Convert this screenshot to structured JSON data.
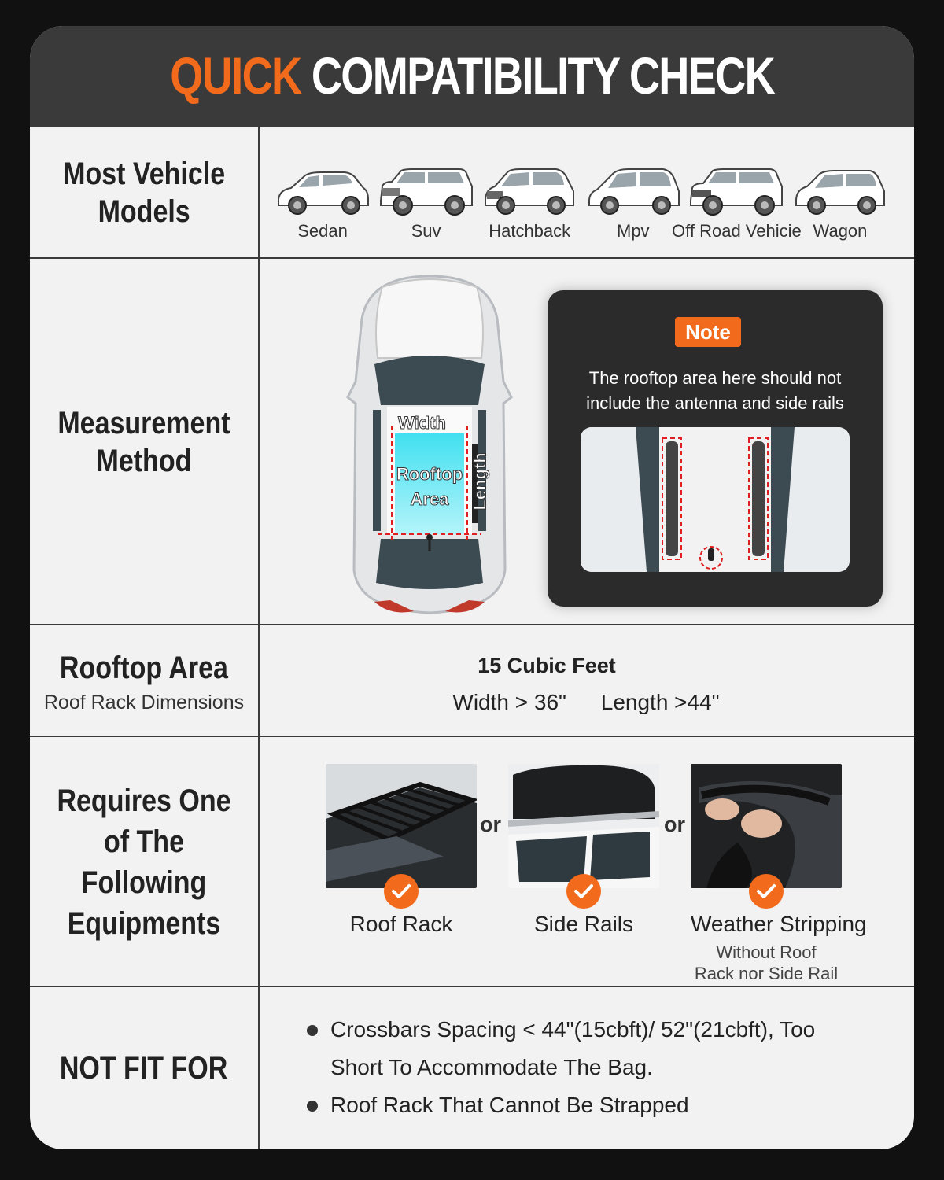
{
  "title": {
    "highlight": "QUICK",
    "rest": "COMPATIBILITY CHECK"
  },
  "colors": {
    "accent": "#f26a1b",
    "header_bg": "#3a3a3a",
    "card_bg": "#f2f2f2",
    "note_bg": "#2b2b2b"
  },
  "rows": {
    "vehicles": {
      "label": "Most Vehicle\nModels",
      "items": [
        "Sedan",
        "Suv",
        "Hatchback",
        "Mpv",
        "Off Road Vehicie",
        "Wagon"
      ]
    },
    "measurement": {
      "label": "Measurement\nMethod",
      "diagram": {
        "width": "Width",
        "area": "Rooftop\nArea",
        "length": "Length"
      },
      "note": {
        "tag": "Note",
        "text": "The rooftop area here should not include the antenna and side rails"
      }
    },
    "rooftop": {
      "label": "Rooftop Area",
      "sublabel": "Roof Rack Dimensions",
      "capacity": "15 Cubic Feet",
      "width": "Width > 36\"",
      "length": "Length >44\""
    },
    "equipment": {
      "label": "Requires One\nof The Following\nEquipments",
      "or": "or",
      "items": [
        {
          "name": "Roof Rack",
          "desc": "",
          "icon": "check-icon"
        },
        {
          "name": "Side Rails",
          "desc": "",
          "icon": "check-icon"
        },
        {
          "name": "Weather Stripping",
          "desc": "Without Roof\nRack nor Side Rail",
          "icon": "check-icon"
        }
      ]
    },
    "notfit": {
      "label": "NOT FIT FOR",
      "bullets": [
        "Crossbars Spacing < 44\"(15cbft)/ 52\"(21cbft), Too Short To Accommodate The Bag.",
        "Roof Rack That Cannot Be Strapped"
      ]
    }
  }
}
